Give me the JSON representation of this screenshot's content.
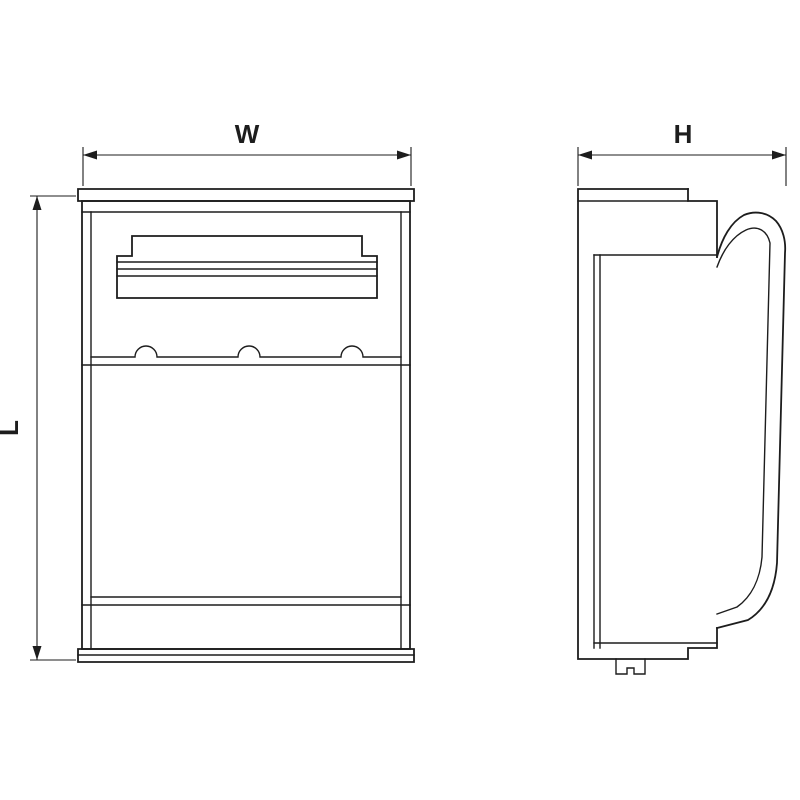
{
  "colors": {
    "line": "#1d1d1d",
    "background": "#ffffff"
  },
  "dimensions": {
    "width_label": "W",
    "length_label": "L",
    "height_label": "H"
  }
}
